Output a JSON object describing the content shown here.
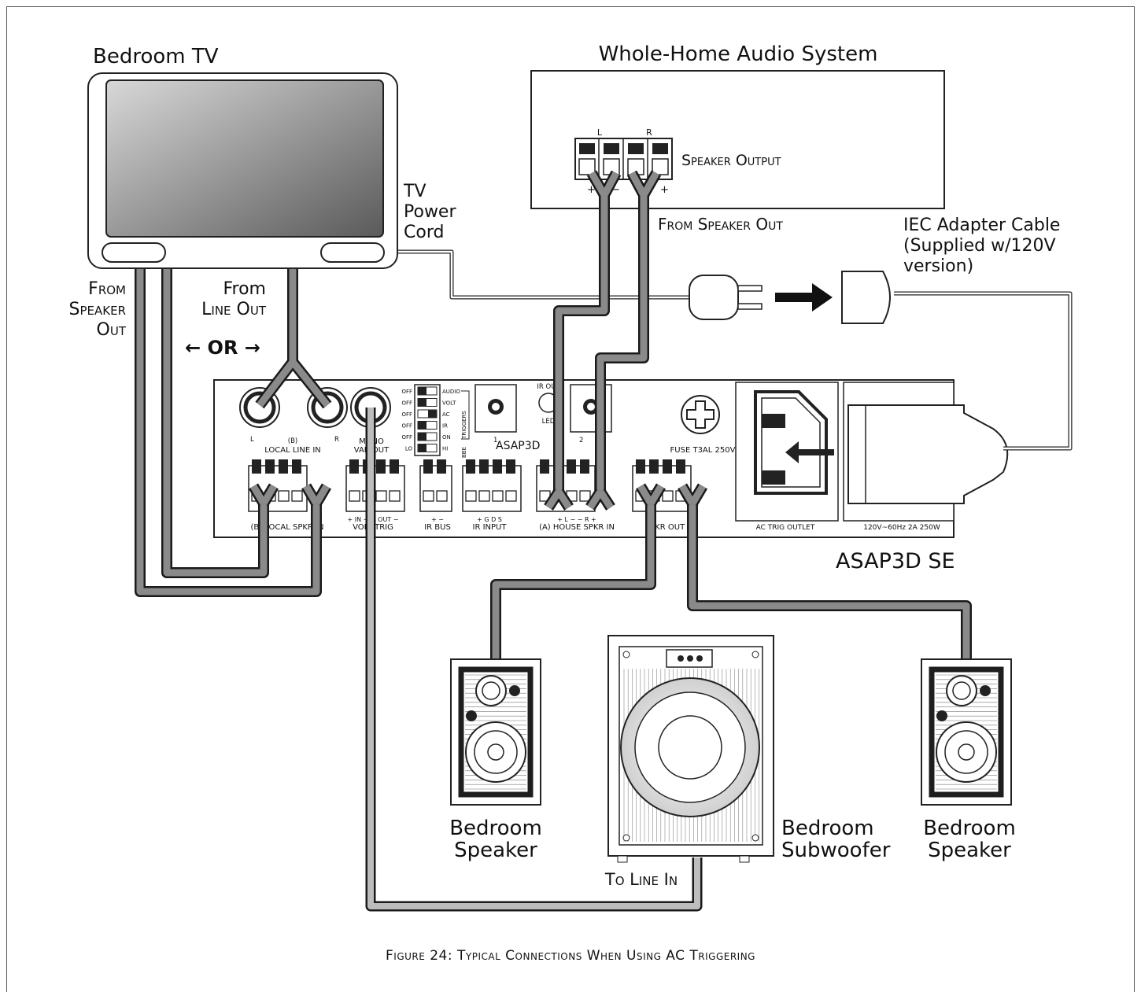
{
  "figure": {
    "caption": "Figure 24: Typical Connections When Using AC Triggering"
  },
  "tv": {
    "title": "Bedroom TV",
    "power_cord_lines": [
      "TV",
      "Power",
      "Cord"
    ],
    "from_speaker_out_lines": [
      "From",
      "Speaker",
      "Out"
    ],
    "from_line_out_lines": [
      "From",
      "Line Out"
    ],
    "or_label": "← OR →"
  },
  "whole_home": {
    "title": "Whole-Home Audio System",
    "channel_left": "L",
    "channel_right": "R",
    "speaker_output": "Speaker Output",
    "terminal_polarity": [
      "+",
      "−",
      "−",
      "+"
    ],
    "from_speaker_out": "From Speaker Out"
  },
  "iec": {
    "lines": [
      "IEC Adapter Cable",
      "(Supplied w/120V",
      "version)"
    ]
  },
  "amplifier": {
    "model_label": "ASAP3D SE",
    "panel_model": "ASAP3D",
    "local_line_in": "LOCAL LINE IN",
    "local_line_in_prefix": "(B)",
    "local_line_l": "L",
    "local_line_r": "R",
    "mono_var_out": [
      "MONO",
      "VAR OUT"
    ],
    "dip_left": [
      "OFF",
      "OFF",
      "OFF",
      "OFF",
      "OFF",
      "LO"
    ],
    "dip_right": [
      "AUDIO",
      "VOLT",
      "AC",
      "IR",
      "ON",
      "HI"
    ],
    "dip_triggers": "TRIGGERS",
    "dip_bbe": "BBE",
    "ir_out": "IR OUT",
    "led": "LED",
    "ir_jack_1": "1",
    "ir_jack_2": "2",
    "fuse": "FUSE T3AL 250V",
    "terminal_labels": {
      "local_spkr_in": "(B) LOCAL SPKR IN",
      "volt_trig": "VOLT TRIG",
      "volt_trig_polarity": "+ IN − + OUT −",
      "ir_bus": "IR BUS",
      "ir_bus_polarity": "+   −",
      "ir_input": "IR INPUT",
      "ir_input_pins": "+  G  D  S",
      "house_spkr_in": "(A) HOUSE SPKR IN",
      "house_polarity": "+ L −   − R +",
      "spkr_out": "SPKR OUT",
      "ac_trig_outlet": "AC TRIG OUTLET",
      "power_rating": "120V~60Hz  2A  250W"
    }
  },
  "speakers": {
    "left": [
      "Bedroom",
      "Speaker"
    ],
    "right": [
      "Bedroom",
      "Speaker"
    ],
    "subwoofer": [
      "Bedroom",
      "Subwoofer"
    ],
    "to_line_in": "To Line In"
  }
}
